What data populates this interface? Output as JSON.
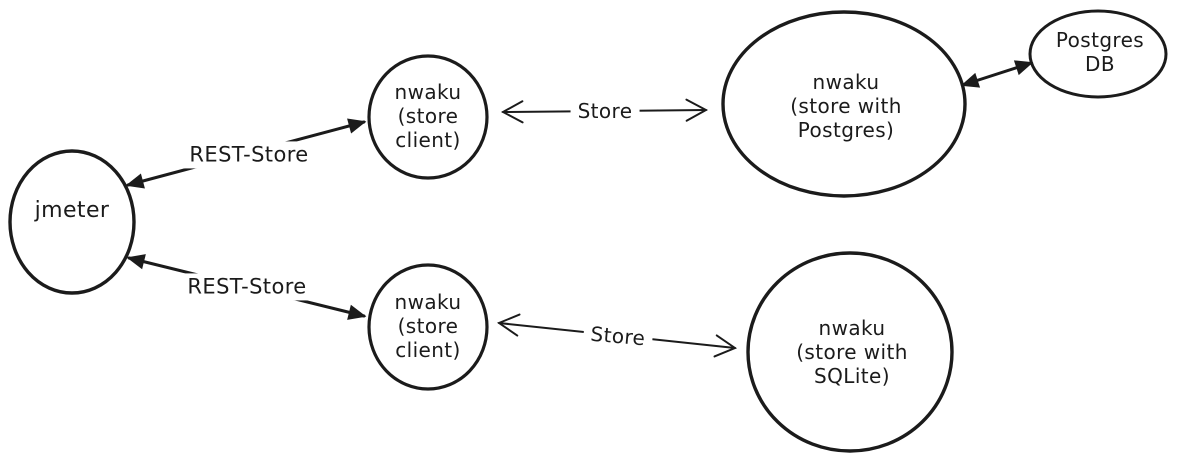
{
  "diagram": {
    "background_color": "#ffffff",
    "stroke_color": "#1b1b1b",
    "style": "hand-drawn sketch (excalidraw-like)",
    "nodes": [
      {
        "id": "jmeter",
        "shape": "ellipse",
        "label": "jmeter"
      },
      {
        "id": "nwaku-store-client-top",
        "shape": "ellipse",
        "label": "nwaku\n(store\nclient)"
      },
      {
        "id": "nwaku-store-postgres",
        "shape": "ellipse",
        "label": "nwaku\n(store with\nPostgres)"
      },
      {
        "id": "postgres-db",
        "shape": "ellipse",
        "label": "Postgres\nDB"
      },
      {
        "id": "nwaku-store-client-bottom",
        "shape": "ellipse",
        "label": "nwaku\n(store\nclient)"
      },
      {
        "id": "nwaku-store-sqlite",
        "shape": "ellipse",
        "label": "nwaku\n(store with\nSQLite)"
      }
    ],
    "edges": [
      {
        "id": "rest-store-top",
        "label": "REST-Store",
        "from": "jmeter",
        "to": "nwaku-store-client-top",
        "direction": "bidirectional",
        "arrowhead": "solid-triangle"
      },
      {
        "id": "store-top",
        "label": "Store",
        "from": "nwaku-store-client-top",
        "to": "nwaku-store-postgres",
        "direction": "bidirectional",
        "arrowhead": "open-chevron"
      },
      {
        "id": "postgres-db-link",
        "label": "",
        "from": "nwaku-store-postgres",
        "to": "postgres-db",
        "direction": "bidirectional",
        "arrowhead": "solid-triangle"
      },
      {
        "id": "rest-store-bottom",
        "label": "REST-Store",
        "from": "jmeter",
        "to": "nwaku-store-client-bottom",
        "direction": "bidirectional",
        "arrowhead": "solid-triangle"
      },
      {
        "id": "store-bottom",
        "label": "Store",
        "from": "nwaku-store-client-bottom",
        "to": "nwaku-store-sqlite",
        "direction": "bidirectional",
        "arrowhead": "open-chevron"
      }
    ]
  }
}
